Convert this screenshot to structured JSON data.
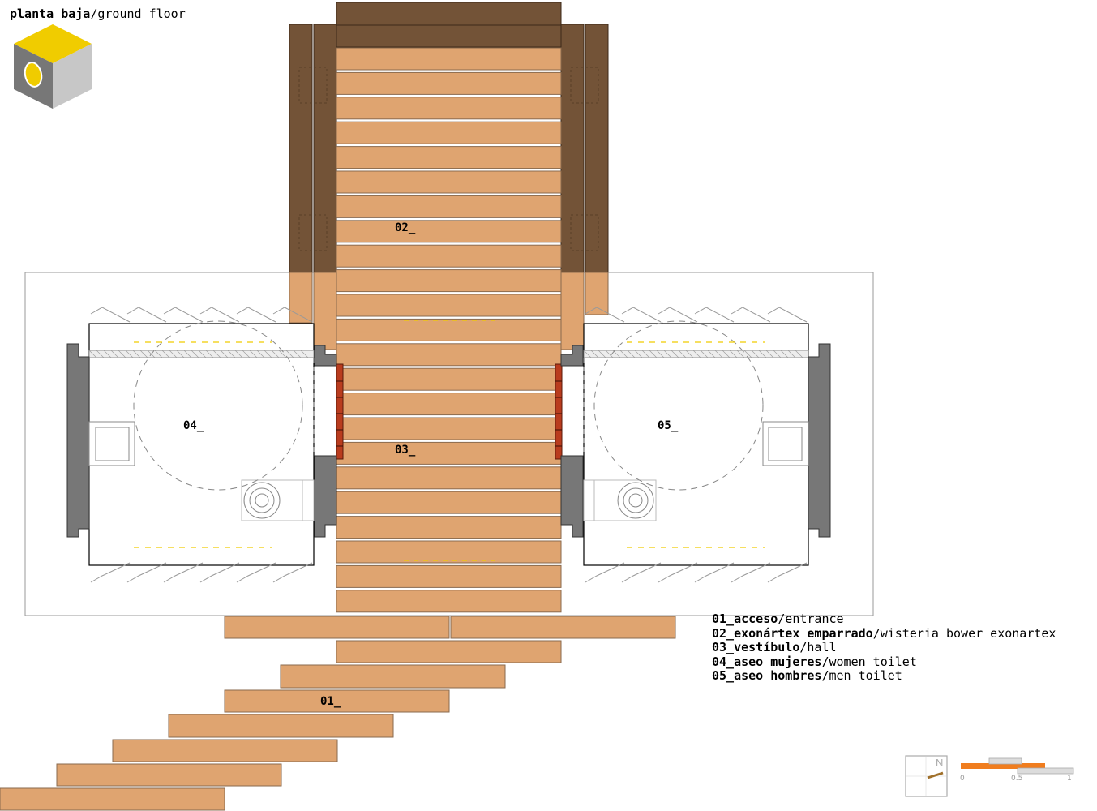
{
  "title": {
    "bold": "planta baja",
    "rest": "/ground floor"
  },
  "room_labels": [
    "01_",
    "02_",
    "03_",
    "04_",
    "05_"
  ],
  "legend": [
    {
      "bold": "01_acceso",
      "rest": "/entrance"
    },
    {
      "bold": "02_exonártex emparrado",
      "rest": "/wisteria bower exonartex"
    },
    {
      "bold": "03_vestíbulo",
      "rest": "/hall"
    },
    {
      "bold": "04_aseo mujeres",
      "rest": "/women toilet"
    },
    {
      "bold": "05_aseo hombres",
      "rest": "/men toilet"
    }
  ],
  "north_label": "N",
  "scale_labels": [
    "0",
    "0.5",
    "1"
  ],
  "colors": {
    "timber": "#dfa470",
    "dark_timber": "#735337",
    "wall": "#777777",
    "brick": "#b93c1e",
    "cube_yellow": "#f0cc00",
    "scale_orange": "#f07d1e"
  }
}
